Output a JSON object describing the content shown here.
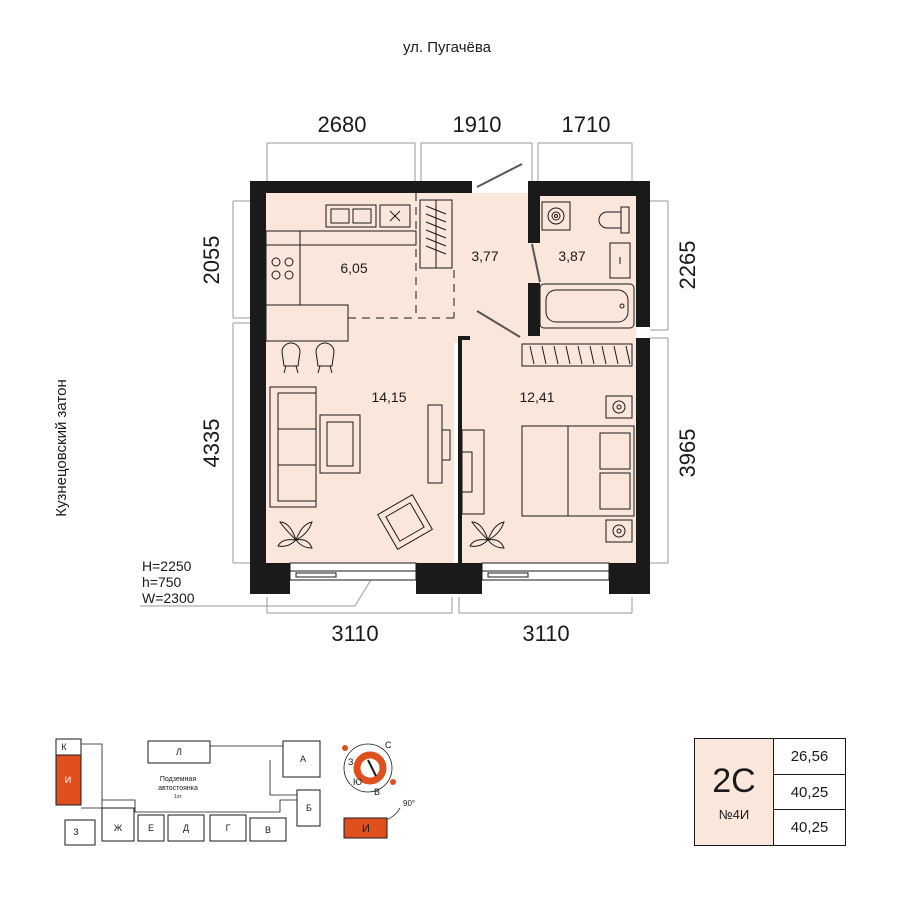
{
  "street_top": "ул. Пугачёва",
  "street_left": "Кузнецовский затон",
  "dimensions": {
    "top": [
      "2680",
      "1910",
      "1710"
    ],
    "bottom": [
      "3110",
      "3110"
    ],
    "left": [
      "2055",
      "4335"
    ],
    "right": [
      "2265",
      "3965"
    ]
  },
  "rooms": {
    "kitchen": "6,05",
    "living": "14,15",
    "hall": "3,77",
    "bath": "3,87",
    "bedroom": "12,41"
  },
  "window_specs": [
    "H=2250",
    "h=750",
    "W=2300"
  ],
  "keyplan": {
    "wings": [
      "К",
      "Л",
      "А",
      "И",
      "Б",
      "З",
      "Ж",
      "Е",
      "Д",
      "Г",
      "В"
    ],
    "parking_line1": "Подземная",
    "parking_line2": "автостоянка",
    "parking_level": "1эт."
  },
  "compass": {
    "n": "С",
    "s": "Ю",
    "w": "З",
    "e": "В",
    "angle": "90°",
    "section": "И"
  },
  "summary": {
    "type": "2С",
    "number": "№4И",
    "values": [
      "26,56",
      "40,25",
      "40,25"
    ]
  },
  "colors": {
    "wall": "#1a1a1a",
    "floor": "#fbe6dc",
    "accent": "#e0501e"
  }
}
